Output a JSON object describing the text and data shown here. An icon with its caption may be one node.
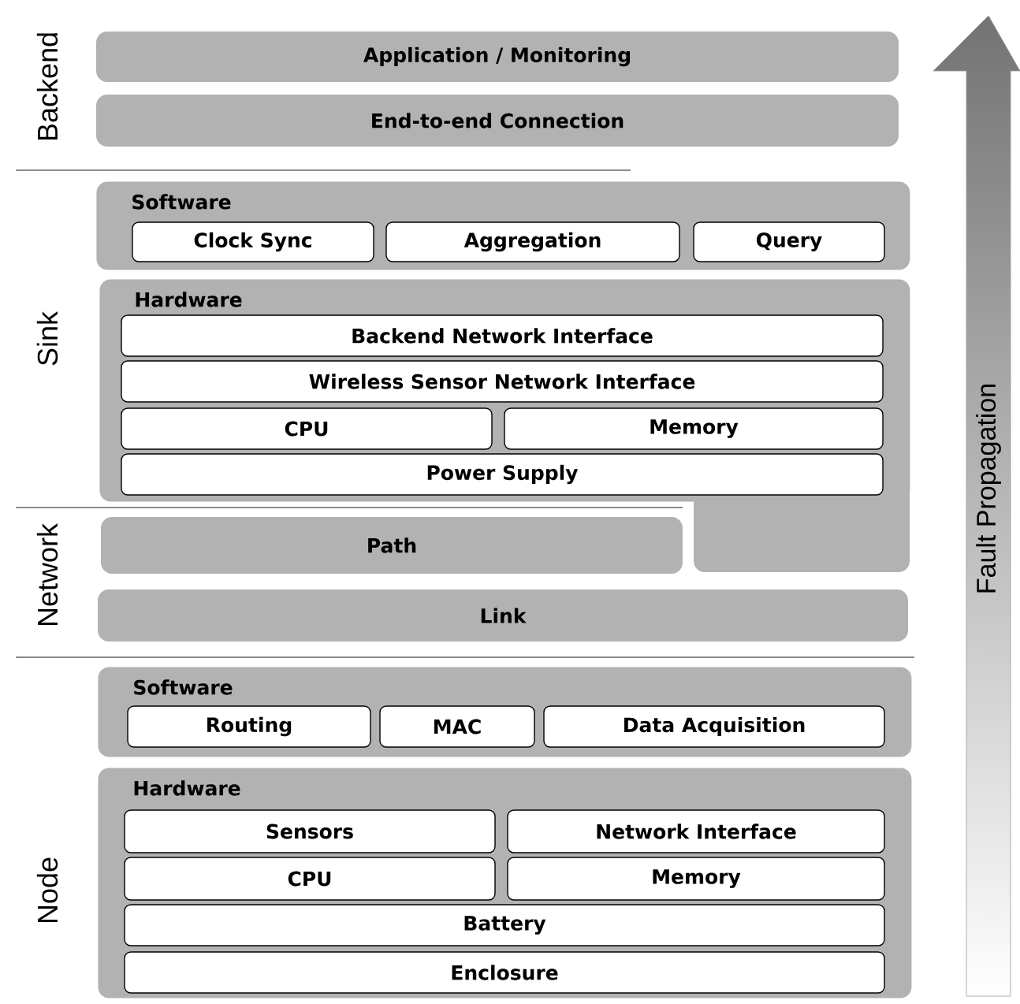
{
  "diagram": {
    "nodes": [
      {
        "text": [
          "Application / Monitoring"
        ]
      },
      {
        "text": [
          "End-to-end Connection"
        ]
      },
      {
        "text": [
          "Software"
        ]
      },
      {
        "text": [
          "Clock Sync"
        ],
        "in": 2
      },
      {
        "text": [
          "Aggregation"
        ],
        "in": 2
      },
      {
        "text": [
          "Query"
        ],
        "in": 2
      },
      {
        "text": [
          "Hardware"
        ]
      },
      {
        "text": [
          "Backend Network Interface"
        ],
        "in": 6
      },
      {
        "text": [
          "Wireless Sensor Network Interface"
        ],
        "in": 6
      },
      {
        "text": [
          "CPU"
        ],
        "in": 6
      },
      {
        "text": [
          "Memory"
        ],
        "in": 6
      },
      {
        "text": [
          "Power Supply"
        ],
        "in": 6
      },
      {
        "text": [
          "Path"
        ]
      },
      {
        "text": [
          "Link"
        ]
      },
      {
        "text": [
          "Software"
        ]
      },
      {
        "text": [
          "Routing"
        ],
        "in": 14
      },
      {
        "text": [
          "MAC"
        ],
        "in": 14
      },
      {
        "text": [
          "Data Acquisition"
        ],
        "in": 14
      },
      {
        "text": [
          "Hardware"
        ]
      },
      {
        "text": [
          "Sensors"
        ],
        "in": 18
      },
      {
        "text": [
          "Network Interface"
        ],
        "in": 18
      },
      {
        "text": [
          "CPU"
        ],
        "in": 18
      },
      {
        "text": [
          "Memory"
        ],
        "in": 18
      },
      {
        "text": [
          "Battery"
        ],
        "in": 18
      },
      {
        "text": [
          "Enclosure"
        ],
        "in": 18
      }
    ],
    "labels": [
      "Backend",
      "Sink",
      "Network",
      "Node",
      "Fault Propagation"
    ]
  }
}
